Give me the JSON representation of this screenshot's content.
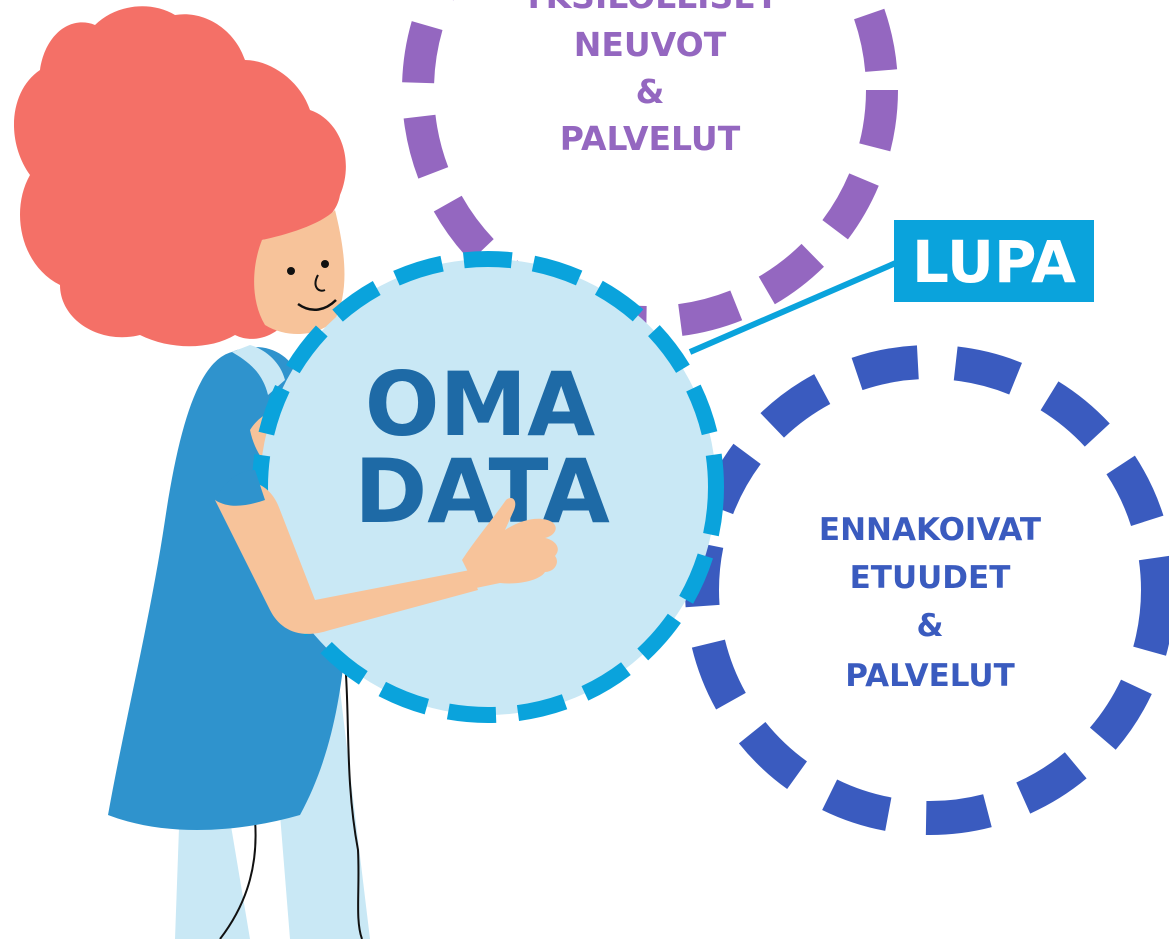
{
  "colors": {
    "purple": "#9467c0",
    "navy": "#3a5bbf",
    "cyan": "#0aa3dc",
    "light_blue": "#c9e8f5",
    "dark_text": "#1e6aa6",
    "hair": "#f47067",
    "skin": "#f7c39a",
    "dress": "#2f93cd",
    "legs": "#c9e8f5"
  },
  "top_circle": {
    "lines": [
      "YKSILÖLLISET",
      "NEUVOT",
      "&",
      "PALVELUT"
    ]
  },
  "center_circle": {
    "lines": [
      "OMA",
      "DATA"
    ]
  },
  "right_circle": {
    "lines": [
      "ENNAKOIVAT",
      "ETUUDET",
      "&",
      "PALVELUT"
    ]
  },
  "badge": {
    "label": "LUPA"
  },
  "icons": {
    "figure": "woman-holding-data-icon"
  }
}
